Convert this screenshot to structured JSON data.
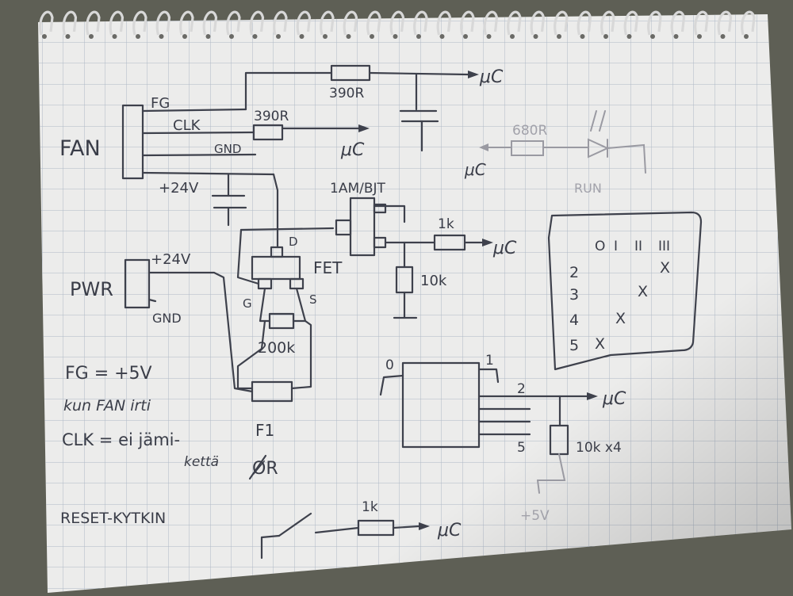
{
  "fan": {
    "label": "FAN",
    "pins": [
      "FG",
      "CLK",
      "GND",
      "+24V"
    ]
  },
  "resistors": {
    "fg": "390R",
    "clk": "390R",
    "led": "680R",
    "bjt_base": "1k",
    "bjt_pulldown": "10k",
    "gate": "200k",
    "reset": "1k",
    "switch_pullups": "10k x4"
  },
  "micro_label": "μC",
  "led_label": "RUN",
  "bjt_label": "1AM/BJT",
  "fet": {
    "label": "FET",
    "drain": "D",
    "gate": "G",
    "source": "S"
  },
  "pwr": {
    "label": "PWR",
    "plus": "+24V",
    "gnd": "GND"
  },
  "fuse": {
    "label": "F1",
    "value": "ØR"
  },
  "rotary": {
    "zero": "0",
    "pins": [
      "1",
      "2",
      "5"
    ]
  },
  "plus5": "+5V",
  "table": {
    "headers": [
      "O",
      "I",
      "II",
      "III"
    ],
    "rows": [
      "2",
      "3",
      "4",
      "5"
    ],
    "mark": "X"
  },
  "notes": [
    "FG = +5V",
    "kun FAN irti",
    "CLK = ei jämi-",
    "kettä"
  ],
  "reset_label": "RESET-KYTKIN"
}
